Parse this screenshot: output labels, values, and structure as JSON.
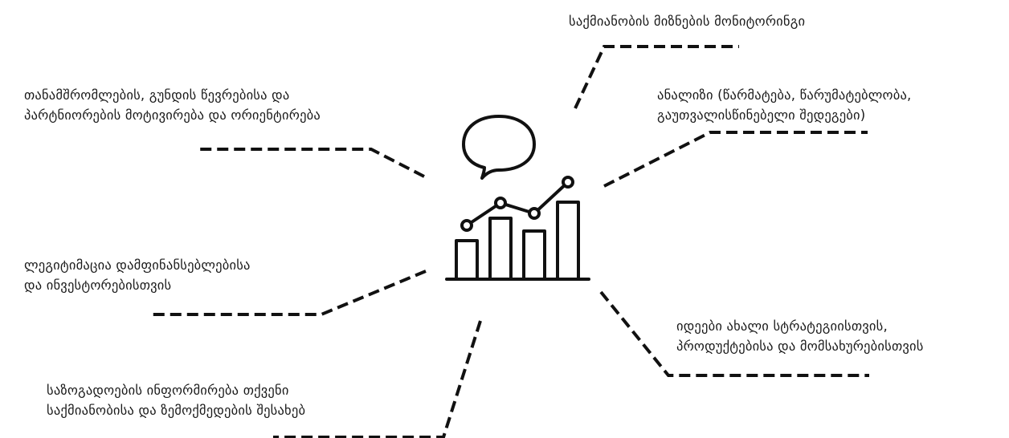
{
  "labels": {
    "top": "საქმიანობის მიზნების მონიტორინგი",
    "upper_left": [
      "თანამშრომლების, გუნდის წევრებისა და",
      "პარტნიორების მოტივირება და ორიენტირება"
    ],
    "upper_right": [
      "ანალიზი (წარმატება, წარუმატებლობა,",
      "გაუთვალისწინებელი შედეგები)"
    ],
    "lower_left": [
      "ლეგიტიმაცია დამფინანსებლებისა",
      "და ინვესტორებისთვის"
    ],
    "lower_right": [
      "იდეები ახალი სტრატეგიისთვის,",
      "პროდუქტებისა და მომსახურებისთვის"
    ],
    "bottom": [
      "საზოგადოების ინფორმირება თქვენი",
      "საქმიანობისა და ზემოქმედების შესახებ"
    ]
  },
  "icons": {
    "center": "speech-bubble-bar-chart-icon"
  },
  "colors": {
    "line": "#111111",
    "text": "#1a1a1a",
    "background": "#ffffff"
  }
}
